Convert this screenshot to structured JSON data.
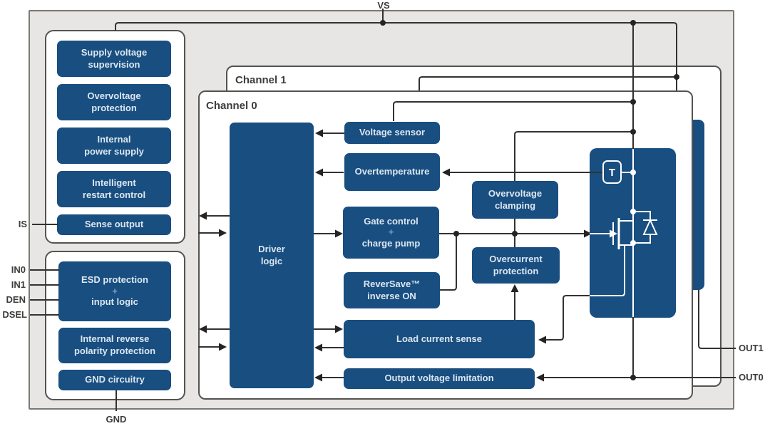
{
  "pins": {
    "vs": "VS",
    "gnd": "GND",
    "is": "IS",
    "in0": "IN0",
    "in1": "IN1",
    "den": "DEN",
    "dsel": "DSEL",
    "out1": "OUT1",
    "out0": "OUT0"
  },
  "channel_labels": {
    "channel1": "Channel 1",
    "channel0": "Channel 0"
  },
  "left_column": {
    "supervision": [
      "Supply voltage\nsupervision",
      "Overvoltage\nprotection",
      "Internal\npower supply",
      "Intelligent\nrestart control",
      "Sense output"
    ],
    "input": {
      "esd_line1": "ESD protection",
      "esd_plus": "+",
      "esd_line2": "input logic",
      "reverse_polarity": "Internal reverse\npolarity protection",
      "gnd_circuitry": "GND circuitry"
    }
  },
  "channel0": {
    "driver_logic": "Driver\nlogic",
    "voltage_sensor": "Voltage sensor",
    "overtemperature": "Overtemperature",
    "gate_control": {
      "line1": "Gate control",
      "plus": "+",
      "line2": "charge pump"
    },
    "reversave": "ReverSave™\ninverse ON",
    "load_current_sense": "Load current sense",
    "output_voltage_limitation": "Output voltage limitation",
    "overvoltage_clamping": "Overvoltage\nclamping",
    "overcurrent_protection": "Overcurrent\nprotection",
    "temp_sensor": "T"
  },
  "colors": {
    "block_blue": "#184e80",
    "block_text": "#dce6f0",
    "wire": "#333231",
    "outer_fill": "#e8e6e4",
    "box_border": "#54534f",
    "label_text": "#3d3c3a",
    "plus_accent": "#7ca3c9"
  }
}
